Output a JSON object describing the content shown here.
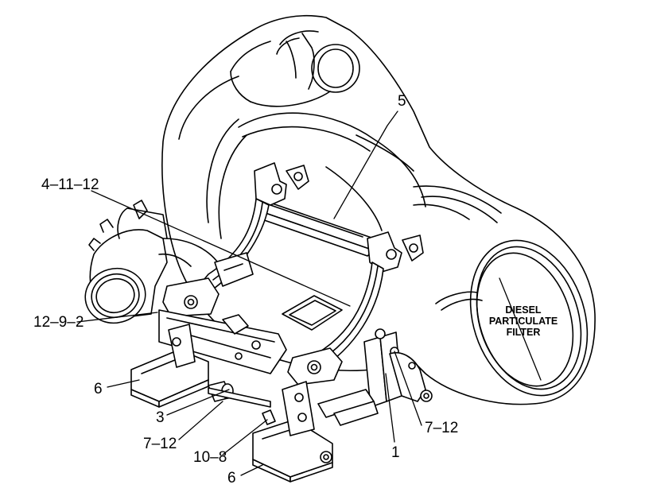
{
  "diagram": {
    "callouts": {
      "c5": "5",
      "c4_11_12": "4–11–12",
      "c12_9_2": "12–9–2",
      "c6_top": "6",
      "c3": "3",
      "c7_12_left": "7–12",
      "c10_8": "10–8",
      "c6_bottom": "6",
      "c1": "1",
      "c7_12_right": "7–12"
    },
    "filter_label": {
      "line1": "DIESEL",
      "line2": "PARTICULATE",
      "line3": "FILTER"
    }
  }
}
